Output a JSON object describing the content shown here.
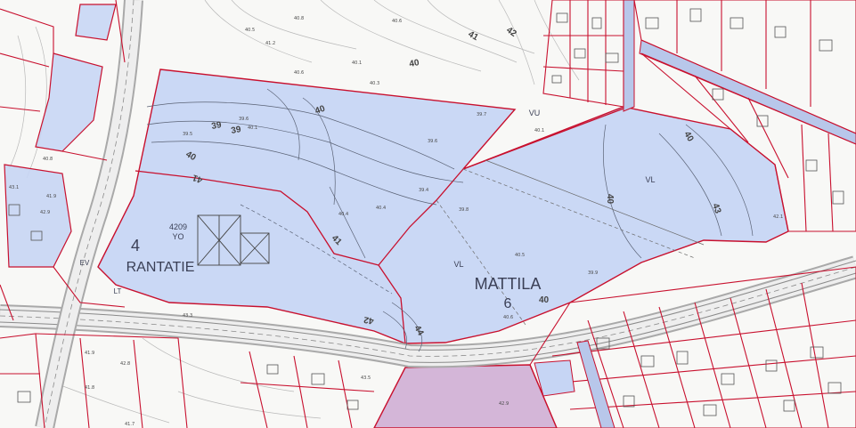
{
  "labels": {
    "rantatie_number": "4",
    "rantatie_name": "RANTATIE",
    "yo_number": "4209",
    "yo_code": "YO",
    "mattila_name": "MATTILA",
    "mattila_number": "6",
    "vl_west": "VL",
    "vl_east": "VL",
    "vu": "VU",
    "ev": "EV",
    "lt": "LT"
  },
  "contours": {
    "c41": "41",
    "c42": "42",
    "c40_top": "40",
    "c39": "39",
    "c39_b": "39",
    "c40_mid": "40",
    "c40_road": "40",
    "c41_a": "41",
    "c41_b": "41",
    "c42_a": "42",
    "c44": "44",
    "c40_east": "40",
    "c43": "43",
    "c40_ne": "40",
    "c40_n": "40"
  },
  "spot_heights": {
    "h1": "40.5",
    "h2": "40.8",
    "h3": "40.6",
    "h4": "41.2",
    "h5": "40.1",
    "h6": "40.6",
    "h7": "40.3",
    "h8": "39.7",
    "h9": "39.6",
    "h10": "39.5",
    "h11": "40.1",
    "h12": "39.6",
    "h13": "40.4",
    "h14": "40.4",
    "h15": "39.8",
    "h16": "39.4",
    "h17": "40.6",
    "h18": "40.1",
    "h19": "39.9",
    "h20": "40.5",
    "h21": "43.3",
    "h22": "43.5",
    "h23": "41.9",
    "h24": "41.8",
    "h25": "42.8",
    "h26": "41.7",
    "h27": "43.1",
    "h28": "42.9",
    "h29": "41.9",
    "h30": "42.9",
    "h31": "40.8",
    "h32": "42.1"
  },
  "colors": {
    "plan_fill": "#c6d5f4",
    "plan_edge": "#c8102e",
    "purple_fill": "#d4b6d8",
    "road_grey": "#8a8a8a",
    "street_fill": "#b8c7ea"
  }
}
